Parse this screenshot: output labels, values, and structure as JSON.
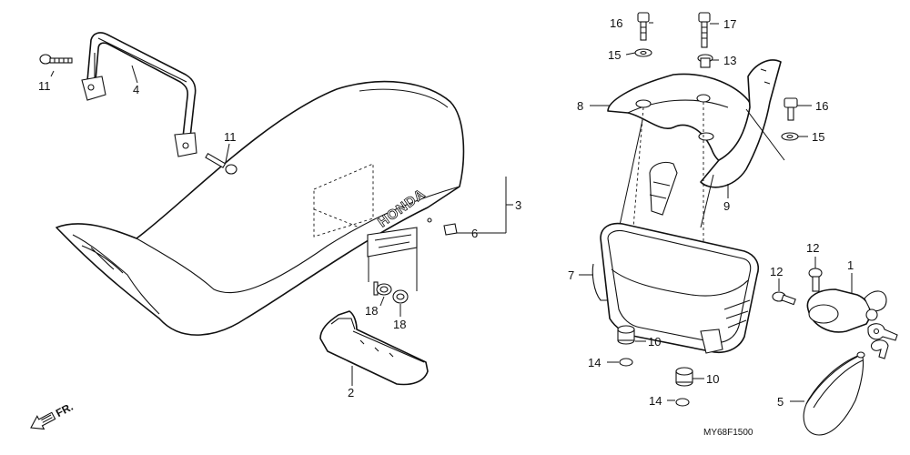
{
  "diagram": {
    "code": "MY68F1500",
    "front_marker": "FR.",
    "logo": "HONDA",
    "callouts": {
      "c1": "1",
      "c2": "2",
      "c3": "3",
      "c4": "4",
      "c5": "5",
      "c6": "6",
      "c7": "7",
      "c8": "8",
      "c9": "9",
      "c10a": "10",
      "c10b": "10",
      "c11a": "11",
      "c11b": "11",
      "c12a": "12",
      "c12b": "12",
      "c13": "13",
      "c14a": "14",
      "c14b": "14",
      "c15a": "15",
      "c15b": "15",
      "c16a": "16",
      "c16b": "16",
      "c17": "17",
      "c18a": "18",
      "c18b": "18"
    }
  }
}
